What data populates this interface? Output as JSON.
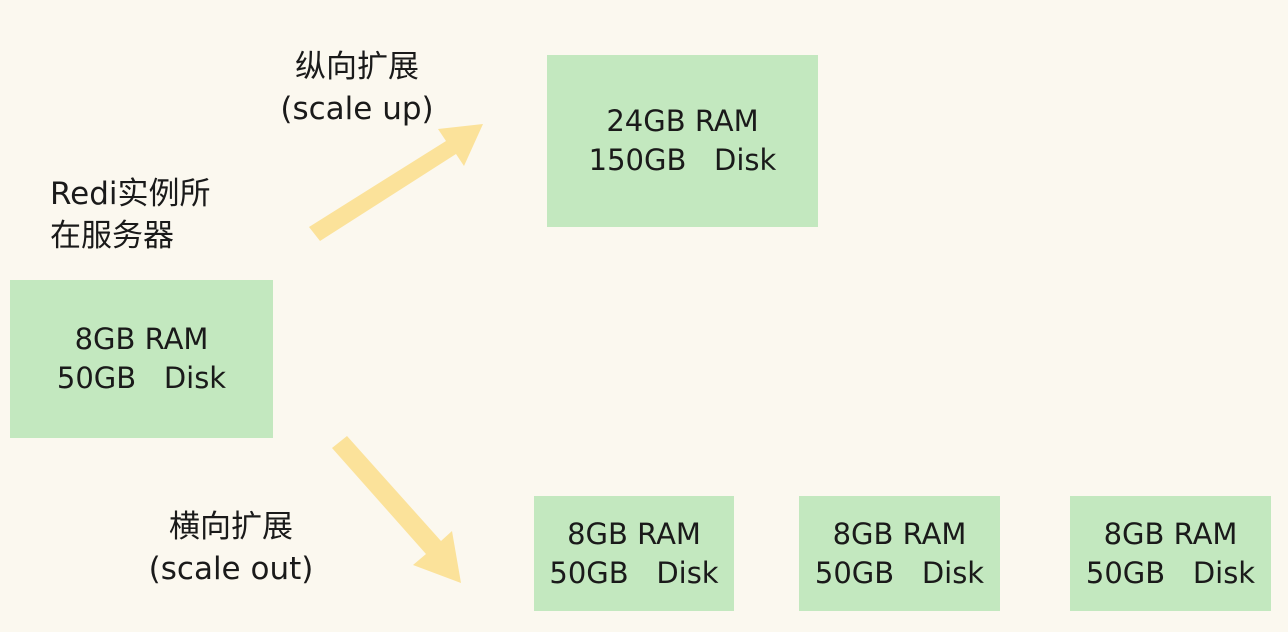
{
  "server_label": {
    "line1": "Redi实例所",
    "line2": "在服务器"
  },
  "scale_up": {
    "title": "纵向扩展",
    "subtitle": "(scale up)"
  },
  "scale_out": {
    "title": "横向扩展",
    "subtitle": "(scale out)"
  },
  "source_server": {
    "ram": "8GB RAM",
    "disk": "50GB   Disk"
  },
  "scaled_up_server": {
    "ram": "24GB RAM",
    "disk": "150GB   Disk"
  },
  "scaled_out_servers": [
    {
      "ram": "8GB RAM",
      "disk": "50GB   Disk"
    },
    {
      "ram": "8GB RAM",
      "disk": "50GB   Disk"
    },
    {
      "ram": "8GB RAM",
      "disk": "50GB   Disk"
    }
  ],
  "colors": {
    "background": "#fbf8ef",
    "box_fill": "#c3e8bf",
    "arrow_fill": "#fbe29a"
  }
}
